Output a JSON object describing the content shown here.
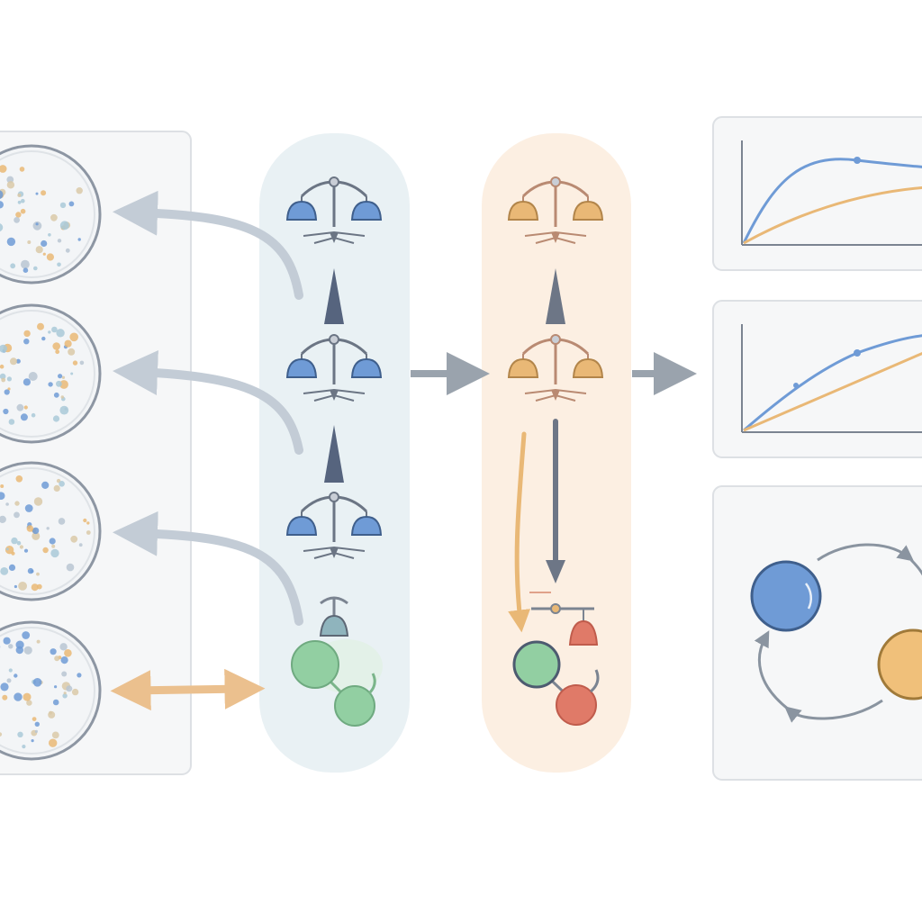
{
  "colors": {
    "background": "#ffffff",
    "panel_fill": "#f6f7f8",
    "panel_stroke": "#dde0e4",
    "blue_column": "#e9f1f4",
    "orange_column": "#fcefe2",
    "blue": "#6f9bd6",
    "orange": "#e9b876",
    "green": "#92cfa2",
    "red": "#e07a68",
    "teal": "#8fb4bd",
    "arrow_gray": "#9aa3ad",
    "arrow_dark": "#56647e",
    "arrow_light": "#c3ccd6",
    "dish_stroke": "#8d96a3"
  },
  "icons": {
    "dish": "petri-dish-icon",
    "scale": "balance-scale-icon",
    "chart": "line-chart-icon",
    "cycle": "cycle-diagram-icon"
  },
  "dish_count": 4,
  "blue_scales": 3,
  "orange_scales": 2
}
